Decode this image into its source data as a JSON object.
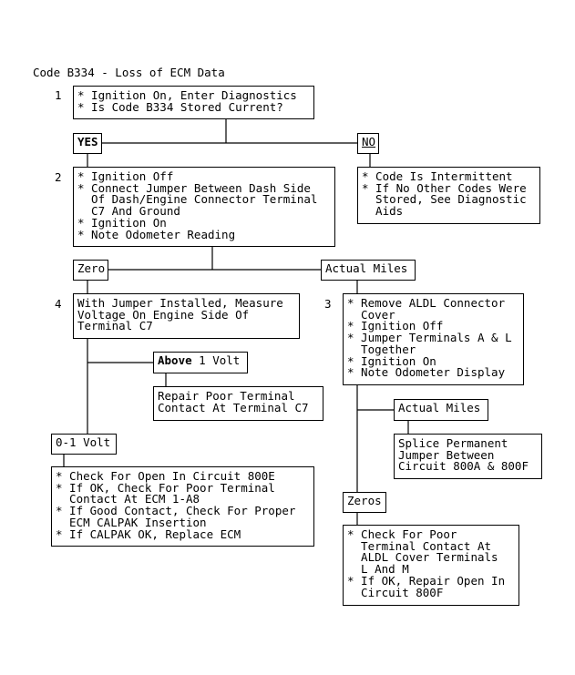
{
  "title": "Code B334 - Loss of ECM Data",
  "steps": {
    "s1": {
      "number": "1",
      "text": "* Ignition On, Enter Diagnostics\n* Is Code B334 Stored Current?"
    },
    "s2": {
      "number": "2",
      "text": "* Ignition Off\n* Connect Jumper Between Dash Side\n  Of Dash/Engine Connector Terminal\n  C7 And Ground\n* Ignition On\n* Note Odometer Reading"
    },
    "s3": {
      "number": "3",
      "text": "* Remove ALDL Connector\n  Cover\n* Ignition Off\n* Jumper Terminals A & L\n  Together\n* Ignition On\n* Note Odometer Display"
    },
    "s4": {
      "number": "4",
      "text": "With Jumper Installed, Measure\nVoltage On Engine Side Of\nTerminal C7"
    }
  },
  "branches": {
    "yes": "YES",
    "no": "NO",
    "zero": "Zero",
    "actual_miles": "Actual Miles",
    "above_bold": "Above",
    "above_rest": " 1 Volt",
    "actual_miles_2": "Actual Miles",
    "zero_one_volt": "0-1 Volt",
    "zeros": "Zeros"
  },
  "results": {
    "intermittent": "* Code Is Intermittent\n* If No Other Codes Were\n  Stored, See Diagnostic\n  Aids",
    "repair_terminal": "Repair Poor Terminal\nContact At Terminal C7",
    "splice": "Splice Permanent\nJumper Between\nCircuit 800A & 800F",
    "check_open": "* Check For Open In Circuit 800E\n* If OK, Check For Poor Terminal\n  Contact At ECM 1-A8\n* If Good Contact, Check For Proper\n  ECM CALPAK Insertion\n* If CALPAK OK, Replace ECM",
    "poor_terminal": "* Check For Poor\n  Terminal Contact At\n  ALDL Cover Terminals\n  L And M\n* If OK, Repair Open In\n  Circuit 800F"
  }
}
